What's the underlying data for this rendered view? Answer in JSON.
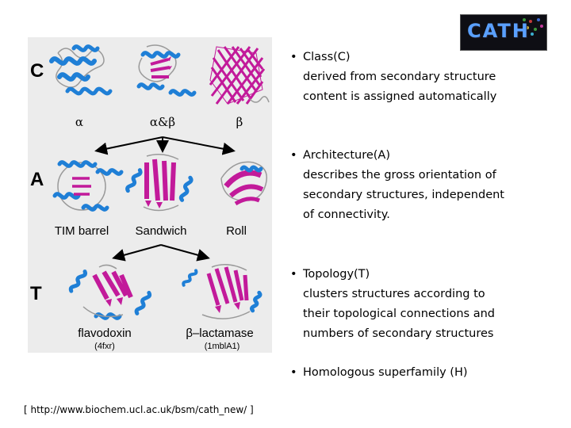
{
  "figure": {
    "rows": [
      {
        "letter": "C",
        "labels": [
          "α",
          "α&β",
          "β"
        ]
      },
      {
        "letter": "A",
        "labels": [
          "TIM barrel",
          "Sandwich",
          "Roll"
        ]
      },
      {
        "letter": "T",
        "labels": [
          "flavodoxin",
          "β–lactamase"
        ],
        "codes": [
          "(4fxr)",
          "(1mblA1)"
        ]
      }
    ]
  },
  "logo": {
    "word": "CATH"
  },
  "bullets": [
    {
      "head": "Class(C)",
      "desc": [
        "derived from secondary structure",
        "content is assigned automatically"
      ]
    },
    {
      "head": "Architecture(A)",
      "desc": [
        "describes the gross orientation of",
        "secondary structures, independent",
        "of connectivity."
      ]
    },
    {
      "head": "Topology(T)",
      "desc": [
        "clusters structures according to",
        "their topological connections and",
        "numbers of secondary structures"
      ]
    },
    {
      "head": "Homologous superfamily (H)",
      "desc": []
    }
  ],
  "footer": {
    "url": "[ http://www.biochem.ucl.ac.uk/bsm/cath_new/ ]"
  },
  "colors": {
    "helix": "#1f7fd6",
    "strand": "#c21a9a",
    "coil": "#9a9a9a",
    "background": "#ececec"
  }
}
